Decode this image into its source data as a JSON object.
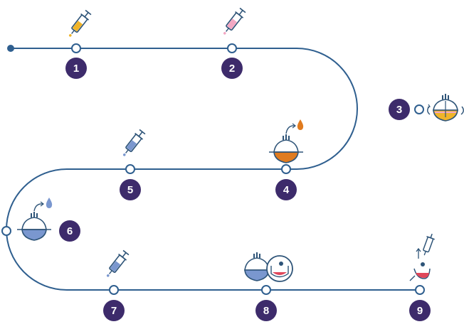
{
  "colors": {
    "path": "#2f5f8f",
    "badge": "#3d2b6b",
    "badge_text": "#ffffff",
    "node_fill": "#ffffff",
    "outline": "#2e5478",
    "yellow": "#f0b429",
    "pink": "#f2a7c3",
    "blue": "#7a97cf",
    "orange": "#e07b1f",
    "red": "#e0475a"
  },
  "steps": [
    {
      "number": "1",
      "icon": "syringe-yellow-icon"
    },
    {
      "number": "2",
      "icon": "syringe-pink-icon"
    },
    {
      "number": "3",
      "icon": "rotating-flask-icon"
    },
    {
      "number": "4",
      "icon": "flask-orange-drop-icon"
    },
    {
      "number": "5",
      "icon": "syringe-blue-icon"
    },
    {
      "number": "6",
      "icon": "flask-blue-drop-icon"
    },
    {
      "number": "7",
      "icon": "syringe-blue-icon"
    },
    {
      "number": "8",
      "icon": "flask-magnifier-icon"
    },
    {
      "number": "9",
      "icon": "syringe-tube-icon"
    }
  ]
}
